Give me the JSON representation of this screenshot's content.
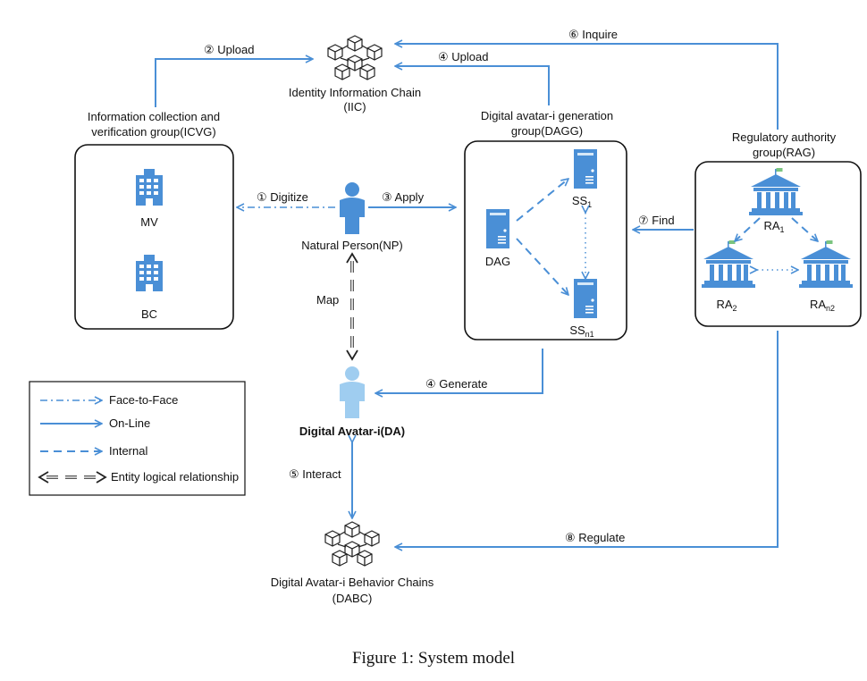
{
  "caption": "Figure 1: System model",
  "nodes": {
    "iic": {
      "name": "Identity Information Chain",
      "abbr": "(IIC)"
    },
    "icvg": {
      "line1": "Information collection and",
      "line2": "verification group(ICVG)",
      "mv": "MV",
      "bc": "BC"
    },
    "dagg": {
      "line1": "Digital avatar-i generation",
      "line2": "group(DAGG)",
      "dag": "DAG",
      "ss1": "SS",
      "ss1_sub": "1",
      "ssn": "SS",
      "ssn_sub": "n1"
    },
    "rag": {
      "line1": "Regulatory authority",
      "line2": "group(RAG)",
      "ra1": "RA",
      "ra1_sub": "1",
      "ra2": "RA",
      "ra2_sub": "2",
      "ran": "RA",
      "ran_sub": "n2"
    },
    "np": {
      "name": "Natural Person(NP)"
    },
    "da": {
      "name": "Digital Avatar-i(DA)"
    },
    "dabc": {
      "name": "Digital Avatar-i Behavior Chains",
      "abbr": "(DABC)"
    }
  },
  "edges": {
    "upload2": "② Upload",
    "upload4": "④ Upload",
    "inquire": "⑥ Inquire",
    "digitize": "① Digitize",
    "apply": "③ Apply",
    "find": "⑦ Find",
    "map": "Map",
    "generate": "④ Generate",
    "interact": "⑤ Interact",
    "regulate": "⑧ Regulate"
  },
  "legend": {
    "face_to_face": "Face-to-Face",
    "online": "On-Line",
    "internal": "Internal",
    "entity": "Entity logical relationship"
  },
  "colors": {
    "accent": "#4a8fd6",
    "person_light": "#9fcdf0",
    "flag": "#7bc47f"
  }
}
